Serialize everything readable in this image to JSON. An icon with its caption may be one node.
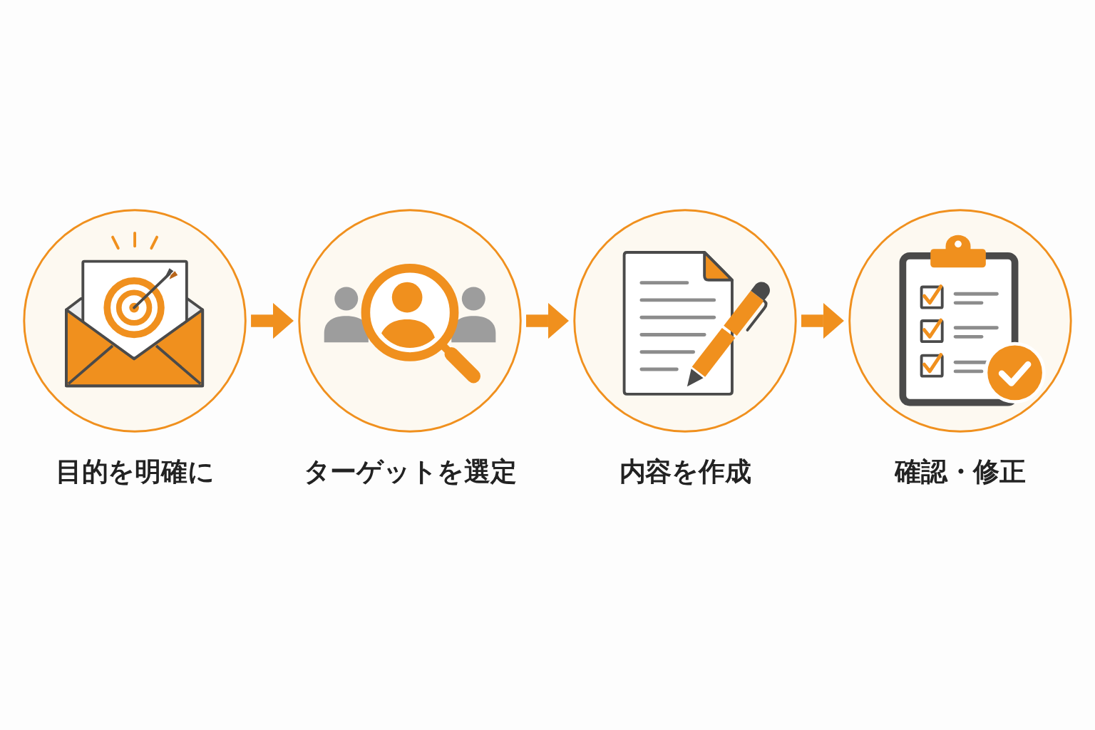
{
  "diagram": {
    "nodes": [
      {
        "text": [
          "目的を明確に"
        ]
      },
      {
        "text": [
          "ターゲットを選定"
        ]
      },
      {
        "text": [
          "内容を作成"
        ]
      },
      {
        "text": [
          "確認・修正"
        ]
      }
    ],
    "edges": [
      {
        "from": 0,
        "to": 1,
        "arrow": "to"
      },
      {
        "from": 1,
        "to": 2,
        "arrow": "to"
      },
      {
        "from": 2,
        "to": 3,
        "arrow": "to"
      }
    ]
  }
}
